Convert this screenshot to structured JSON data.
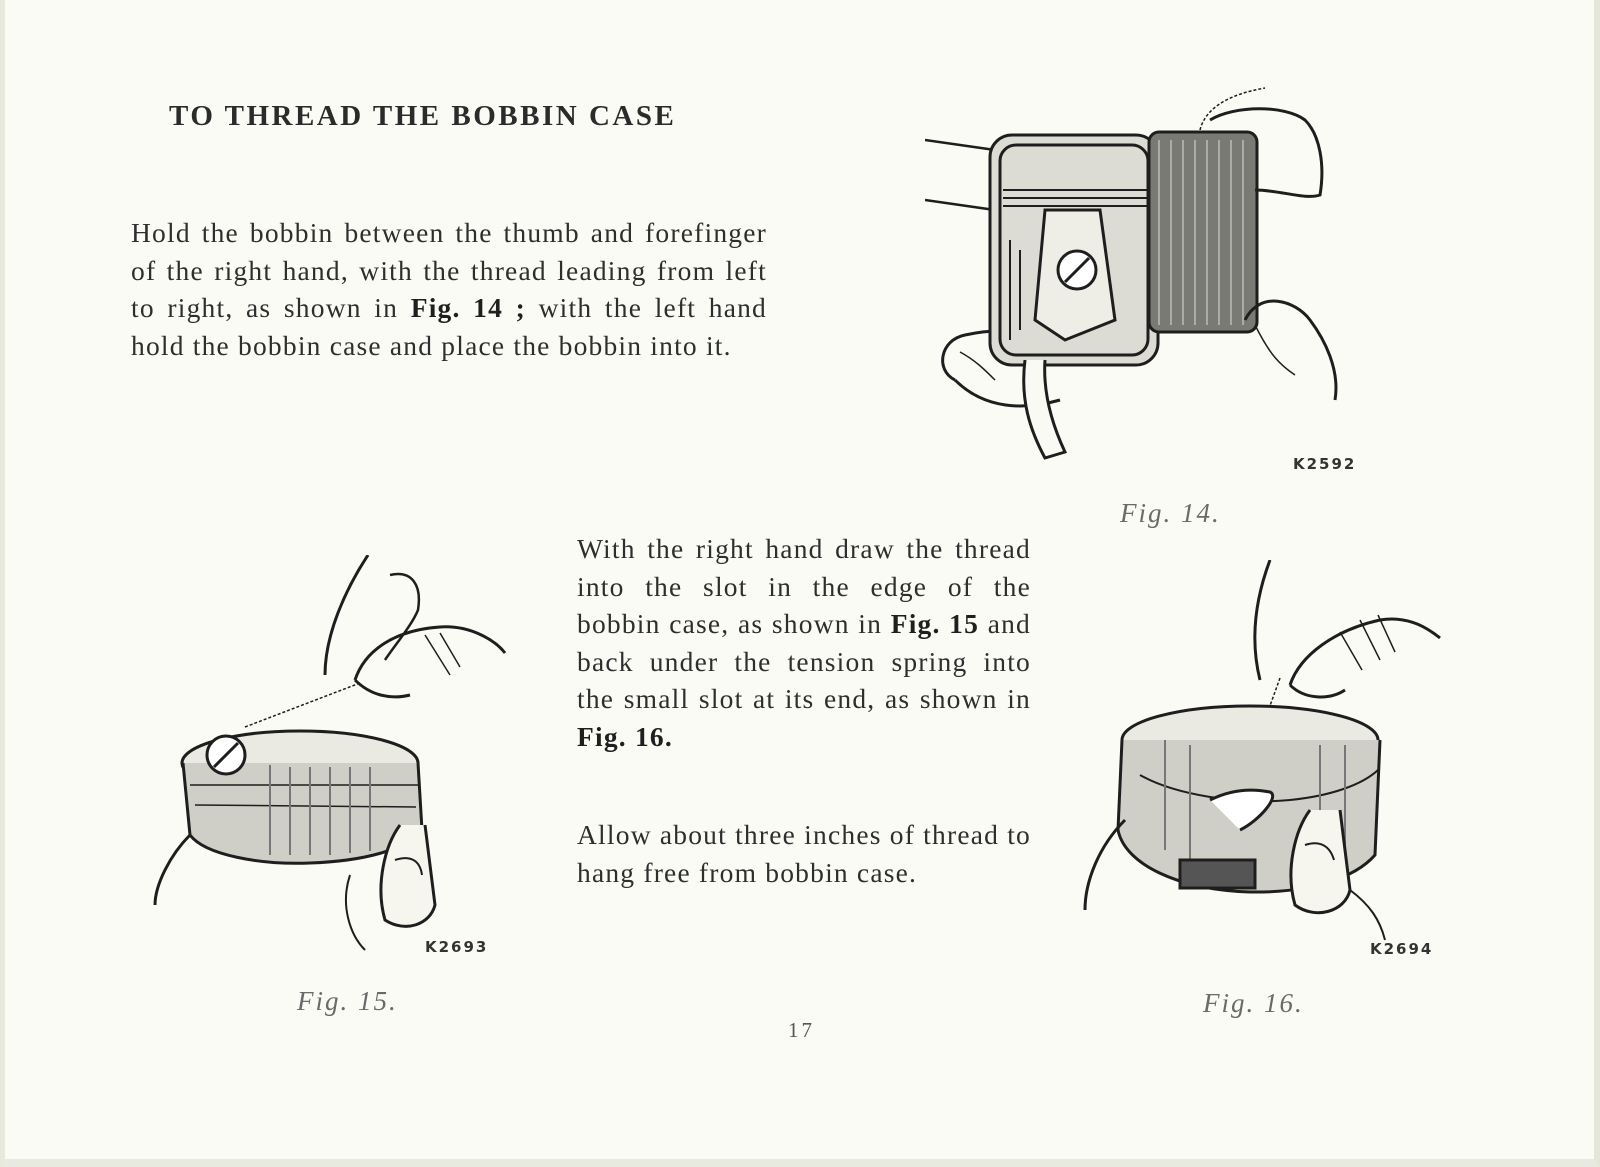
{
  "heading": "TO THREAD THE BOBBIN CASE",
  "paragraphs": [
    {
      "before": "Hold the bobbin between the thumb and forefinger of the right hand, with the thread leading from left to right, as shown in ",
      "ref": "Fig. 14 ;",
      "after": " with the left hand hold the bobbin case and place the bobbin into it."
    },
    {
      "before": "With the right hand draw the thread into the slot in the edge of the bobbin case, as shown in ",
      "ref": "Fig. 15",
      "middle": " and back under the tension spring into the small slot at its end, as shown in ",
      "ref2": "Fig. 16."
    },
    {
      "text": "Allow about three inches of thread to hang free from bobbin case."
    }
  ],
  "figures": [
    {
      "code": "K2592",
      "caption": "Fig. 14."
    },
    {
      "code": "K2693",
      "caption": "Fig. 15."
    },
    {
      "code": "K2694",
      "caption": "Fig. 16."
    }
  ],
  "page_number": "17"
}
